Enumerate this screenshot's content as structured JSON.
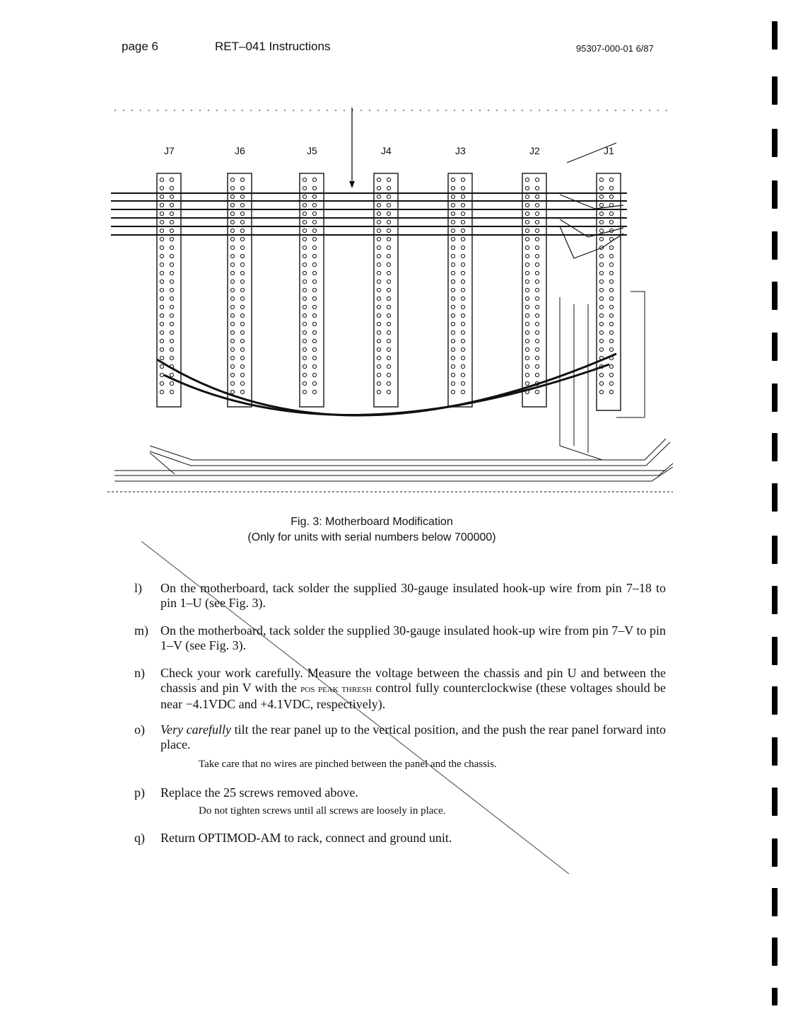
{
  "header": {
    "page_label": "page 6",
    "doc_title": "RET–041 Instructions",
    "doc_number": "95307-000-01 6/87"
  },
  "figure": {
    "connectors": [
      "J7",
      "J6",
      "J5",
      "J4",
      "J3",
      "J2",
      "J1"
    ],
    "caption": "Fig. 3: Motherboard Modification",
    "subcaption": "(Only for units with serial numbers below 700000)"
  },
  "steps": [
    {
      "label": "l)",
      "text": "On the motherboard, tack solder the supplied 30-gauge insulated hook-up wire from pin 7–18 to pin 1–U (see Fig. 3)."
    },
    {
      "label": "m)",
      "text": "On the motherboard, tack solder the supplied 30-gauge insulated hook-up wire from pin 7–V to pin 1–V (see Fig. 3)."
    },
    {
      "label": "n)",
      "text_pre": "Check your work carefully. Measure the voltage between the chassis and pin U and between the chassis and pin V with the ",
      "text_caps": "pos peak thresh",
      "text_post": " control fully counterclockwise (these voltages should be near −4.1VDC and +4.1VDC, respectively)."
    },
    {
      "label": "o)",
      "text_em": "Very carefully",
      "text": " tilt the rear panel up to the vertical position, and the push the rear panel forward into place.",
      "note": "Take care that no wires are pinched between the panel and the chassis."
    },
    {
      "label": "p)",
      "text": "Replace the 25 screws removed above.",
      "note": "Do not tighten screws until all screws are loosely in place."
    },
    {
      "label": "q)",
      "text": "Return OPTIMOD-AM to rack, connect and ground unit."
    }
  ]
}
